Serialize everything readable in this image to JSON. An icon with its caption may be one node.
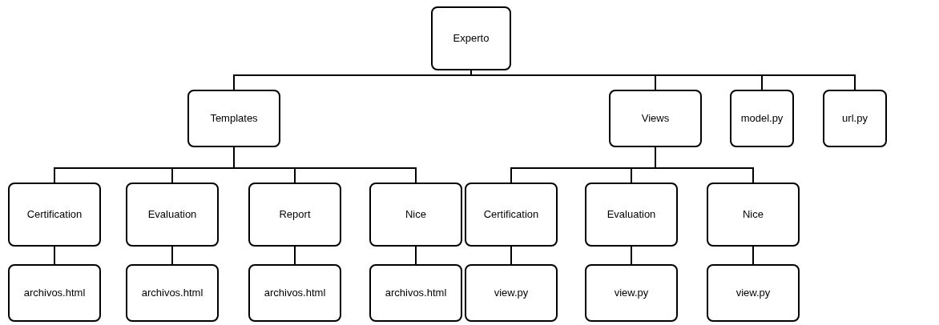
{
  "diagram": {
    "nodes": [
      {
        "text": [
          "Experto"
        ]
      },
      {
        "text": [
          "Templates"
        ]
      },
      {
        "text": [
          "Views"
        ]
      },
      {
        "text": [
          "model.py"
        ]
      },
      {
        "text": [
          "url.py"
        ]
      },
      {
        "text": [
          "Certification"
        ]
      },
      {
        "text": [
          "Evaluation"
        ]
      },
      {
        "text": [
          "Report"
        ]
      },
      {
        "text": [
          "Nice"
        ]
      },
      {
        "text": [
          "Certification"
        ]
      },
      {
        "text": [
          "Evaluation"
        ]
      },
      {
        "text": [
          "Nice"
        ]
      },
      {
        "text": [
          "archivos.html"
        ]
      },
      {
        "text": [
          "archivos.html"
        ]
      },
      {
        "text": [
          "archivos.html"
        ]
      },
      {
        "text": [
          "archivos.html"
        ]
      },
      {
        "text": [
          "view.py"
        ]
      },
      {
        "text": [
          "view.py"
        ]
      },
      {
        "text": [
          "view.py"
        ]
      }
    ],
    "edges": [
      {
        "from": 0,
        "to": 1,
        "arrow": "none"
      },
      {
        "from": 0,
        "to": 2,
        "arrow": "none"
      },
      {
        "from": 0,
        "to": 3,
        "arrow": "none"
      },
      {
        "from": 0,
        "to": 4,
        "arrow": "none"
      },
      {
        "from": 1,
        "to": 5,
        "arrow": "none"
      },
      {
        "from": 1,
        "to": 6,
        "arrow": "none"
      },
      {
        "from": 1,
        "to": 7,
        "arrow": "none"
      },
      {
        "from": 1,
        "to": 8,
        "arrow": "none"
      },
      {
        "from": 2,
        "to": 9,
        "arrow": "none"
      },
      {
        "from": 2,
        "to": 10,
        "arrow": "none"
      },
      {
        "from": 2,
        "to": 11,
        "arrow": "none"
      },
      {
        "from": 5,
        "to": 12,
        "arrow": "none"
      },
      {
        "from": 6,
        "to": 13,
        "arrow": "none"
      },
      {
        "from": 7,
        "to": 14,
        "arrow": "none"
      },
      {
        "from": 8,
        "to": 15,
        "arrow": "none"
      },
      {
        "from": 9,
        "to": 16,
        "arrow": "none"
      },
      {
        "from": 10,
        "to": 17,
        "arrow": "none"
      },
      {
        "from": 11,
        "to": 18,
        "arrow": "none"
      }
    ]
  }
}
